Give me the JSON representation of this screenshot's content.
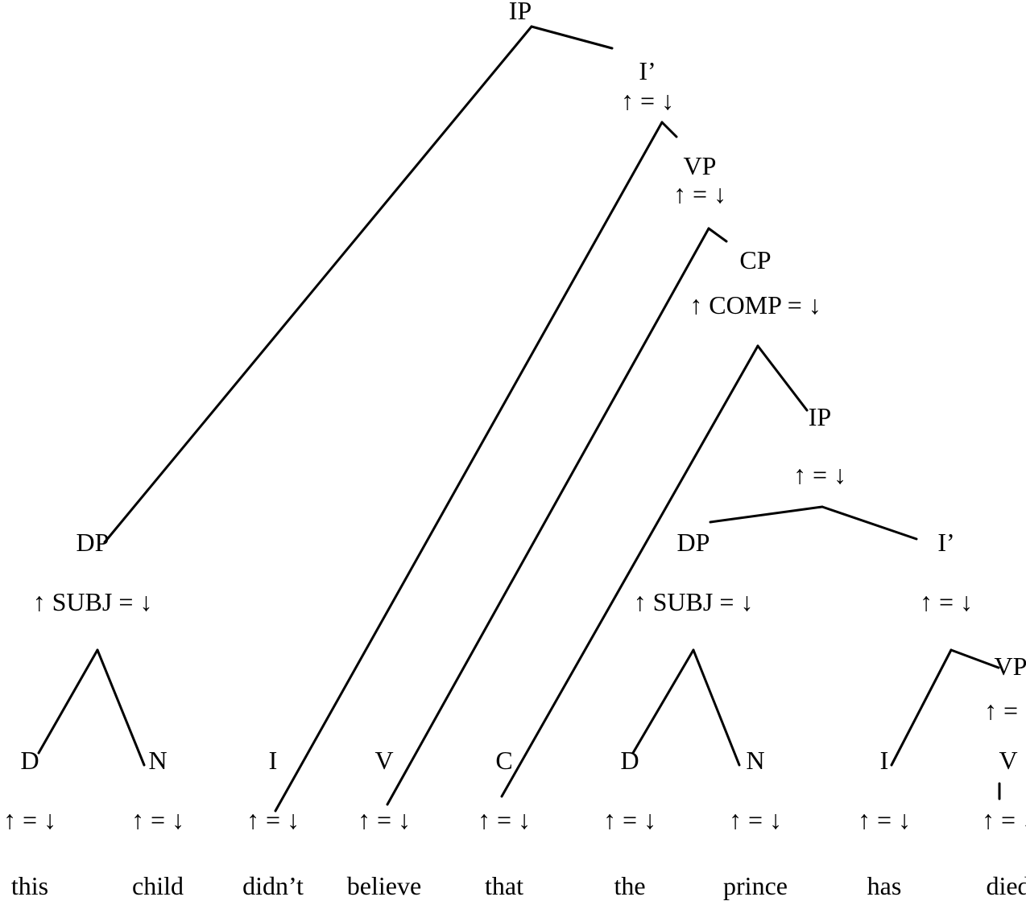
{
  "tree": {
    "nodes": [
      {
        "id": "ip-root",
        "label": "IP"
      },
      {
        "id": "ibar-1",
        "label": "I’",
        "annotation": "↑ = ↓"
      },
      {
        "id": "vp-1",
        "label": "VP",
        "annotation": "↑ = ↓"
      },
      {
        "id": "cp",
        "label": "CP",
        "annotation": "↑ COMP = ↓"
      },
      {
        "id": "ip-embedded",
        "label": "IP",
        "annotation": "↑ = ↓"
      },
      {
        "id": "dp-1",
        "label": "DP",
        "annotation": "↑ SUBJ = ↓"
      },
      {
        "id": "dp-2",
        "label": "DP",
        "annotation": "↑ SUBJ = ↓"
      },
      {
        "id": "ibar-2",
        "label": "I’",
        "annotation": "↑ = ↓"
      },
      {
        "id": "vp-2",
        "label": "VP",
        "annotation": "↑ = ↓"
      },
      {
        "id": "d-1",
        "label": "D",
        "annotation": "↑ = ↓",
        "word": "this"
      },
      {
        "id": "n-1",
        "label": "N",
        "annotation": "↑ = ↓",
        "word": "child"
      },
      {
        "id": "i-1",
        "label": "I",
        "annotation": "↑ = ↓",
        "word": "didn’t"
      },
      {
        "id": "v-1",
        "label": "V",
        "annotation": "↑ = ↓",
        "word": "believe"
      },
      {
        "id": "c-1",
        "label": "C",
        "annotation": "↑ = ↓",
        "word": "that"
      },
      {
        "id": "d-2",
        "label": "D",
        "annotation": "↑ = ↓",
        "word": "the"
      },
      {
        "id": "n-2",
        "label": "N",
        "annotation": "↑ = ↓",
        "word": "prince"
      },
      {
        "id": "i-2",
        "label": "I",
        "annotation": "↑ = ↓",
        "word": "has"
      },
      {
        "id": "v-2",
        "label": "V",
        "annotation": "↑ = ↓",
        "word": "died"
      }
    ],
    "edges": [
      [
        "ip-root",
        "dp-1"
      ],
      [
        "ip-root",
        "ibar-1"
      ],
      [
        "ibar-1",
        "i-1"
      ],
      [
        "ibar-1",
        "vp-1"
      ],
      [
        "vp-1",
        "v-1"
      ],
      [
        "vp-1",
        "cp"
      ],
      [
        "cp",
        "c-1"
      ],
      [
        "cp",
        "ip-embedded"
      ],
      [
        "ip-embedded",
        "dp-2"
      ],
      [
        "ip-embedded",
        "ibar-2"
      ],
      [
        "dp-1",
        "d-1"
      ],
      [
        "dp-1",
        "n-1"
      ],
      [
        "dp-2",
        "d-2"
      ],
      [
        "dp-2",
        "n-2"
      ],
      [
        "ibar-2",
        "i-2"
      ],
      [
        "ibar-2",
        "vp-2"
      ],
      [
        "vp-2",
        "v-2"
      ]
    ]
  }
}
